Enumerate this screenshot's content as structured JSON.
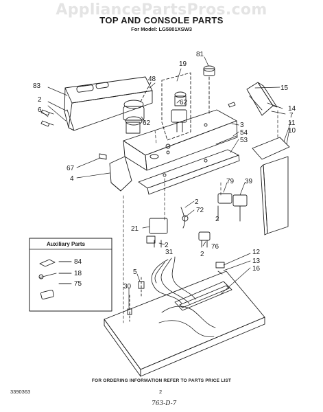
{
  "watermark": "AppliancePartsPros.com",
  "title": "TOP AND CONSOLE PARTS",
  "subtitle": "For Model: LG5801XSW3",
  "callouts": {
    "c83": "83",
    "c2a": "2",
    "c6": "6",
    "c48": "48",
    "c19": "19",
    "c62a": "62",
    "c62b": "62",
    "c81": "81",
    "c15": "15",
    "c14": "14",
    "c7": "7",
    "c3": "3",
    "c54": "54",
    "c53": "53",
    "c11": "11",
    "c10": "10",
    "c67": "67",
    "c4": "4",
    "c79": "79",
    "c39": "39",
    "c2b": "2",
    "c72": "72",
    "c2c": "2",
    "c21": "21",
    "c2d": "2",
    "c76": "76",
    "c2e": "2",
    "c31": "31",
    "c12": "12",
    "c13": "13",
    "c16": "16",
    "c5": "5",
    "c30": "30"
  },
  "auxiliary": {
    "title": "Auxiliary Parts",
    "items": [
      "84",
      "18",
      "75"
    ]
  },
  "footer": "FOR ORDERING INFORMATION REFER TO PARTS PRICE LIST",
  "doc_number": "3390363",
  "page_number": "2",
  "handwritten_note": "763-D-7"
}
